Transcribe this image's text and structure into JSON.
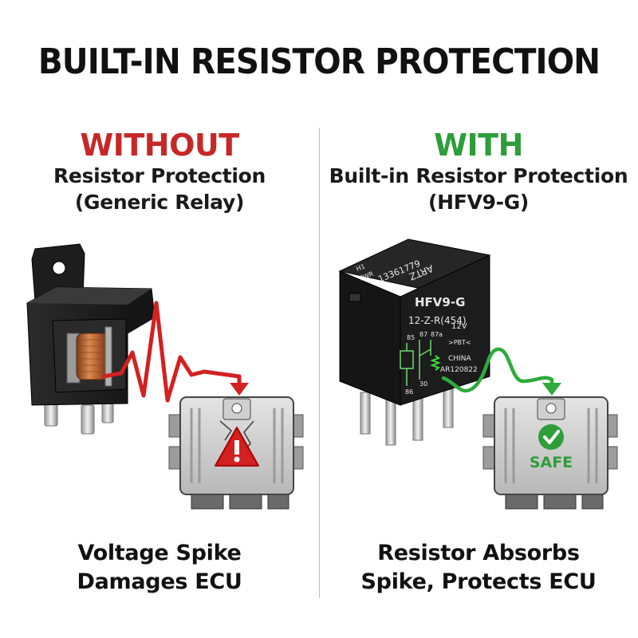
{
  "title": "BUILT-IN RESISTOR PROTECTION",
  "colors": {
    "without": "#c62828",
    "with": "#2e9d3a",
    "spike": "#d32020",
    "safe": "#2e9d3a",
    "warning": "#d32020"
  },
  "left": {
    "heading": "WITHOUT",
    "subtitle_line1": "Resistor Protection",
    "subtitle_line2": "(Generic Relay)",
    "caption_line1": "Voltage Spike",
    "caption_line2": "Damages ECU",
    "ecu_icon": "warning-triangle-icon"
  },
  "right": {
    "heading": "WITH",
    "subtitle_line1": "Built-in Resistor Protection",
    "subtitle_line2": "(HFV9-G)",
    "caption_line1": "Resistor Absorbs",
    "caption_line2": "Spike, Protects ECU",
    "ecu_badge": "SAFE",
    "ecu_icon": "checkmark-icon",
    "relay_print": {
      "top_a": "H1",
      "top_b": "PWR",
      "part_code": "13361779",
      "top_code": "ARTZ",
      "model": "HFV9-G",
      "spec": "12-Z-R(454)",
      "pin85": "85",
      "pin87": "87",
      "pin87a": "87a",
      "voltage": "12V",
      "material": ">PBT<",
      "origin": "CHINA",
      "lot": "AR120822",
      "pin86": "86",
      "pin30": "30"
    }
  }
}
